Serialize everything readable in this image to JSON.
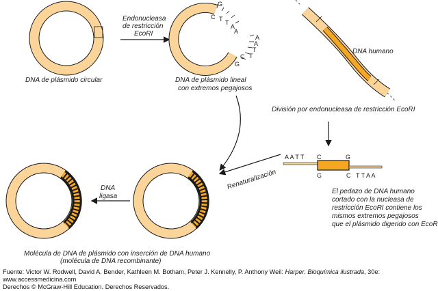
{
  "labels": {
    "endo_1": "Endonucleasa",
    "endo_2": "de restricción",
    "endo_3": "EcoRI",
    "plasmid_circular": "DNA de plásmido circular",
    "plasmid_linear_1": "DNA de plásmido lineal",
    "plasmid_linear_2": "con extremos pegajosos",
    "dna_humano": "DNA humano",
    "division": "División por endonucleasa de restricción EcoRI",
    "renat": "Renaturalización",
    "ligasa_1": "DNA",
    "ligasa_2": "ligasa",
    "human_piece_1": "El pedazo de DNA humano",
    "human_piece_2": "cortado con la nucleasa de",
    "human_piece_3": "restricción EcoRI contiene los",
    "human_piece_4": "mismos extremos pegajosos",
    "human_piece_5": "que el plásmido digerido con EcoRI",
    "recomb_1": "Molécula de DNA de plásmido con inserción de DNA humano",
    "recomb_2": "(molécula de DNA recombinante)"
  },
  "bases": {
    "linear_top_G": "G",
    "linear_top_C": "C",
    "linear_top_T1": "T",
    "linear_top_T2": "T",
    "linear_top_A1": "A",
    "linear_top_A2": "A",
    "linear_bot_A1": "A",
    "linear_bot_A2": "A",
    "linear_bot_T1": "T",
    "linear_bot_T2": "T",
    "linear_bot_C": "C",
    "linear_bot_G": "G",
    "frag_top_left": "A A T T",
    "frag_top_C": "C",
    "frag_top_G": "G",
    "frag_bot_G": "G",
    "frag_bot_C": "C",
    "frag_bot_right": "T T A A"
  },
  "caption": {
    "line1_prefix": "Fuente: Victor W. Rodwell, David A. Bender, Kathleen M. Botham, Peter J. Kennelly, P. Anthony Weil:",
    "line1_title": "Harper. Bioquímica ilustrada",
    "line1_suffix": ", 30e:",
    "line2": "www.accessmedicina.com",
    "line3": "Derechos © McGraw-Hill Education. Derechos Reservados."
  },
  "colors": {
    "plasmid_fill": "#fbd49a",
    "insert_fill": "#f5a623",
    "outline": "#1a1a1a",
    "tick": "#1a1a1a"
  }
}
